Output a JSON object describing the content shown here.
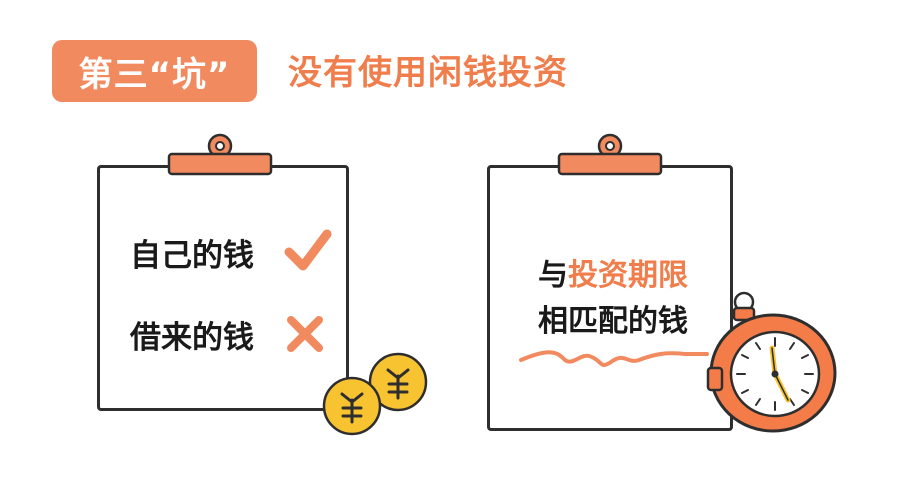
{
  "header": {
    "badge": "第三“坑”",
    "title": "没有使用闲钱投资"
  },
  "left_board": {
    "item1": "自己的钱",
    "item2": "借来的钱",
    "coin_symbol": "¥",
    "item1_mark": "check-icon",
    "item2_mark": "cross-icon"
  },
  "right_board": {
    "line1_prefix": "与",
    "line1_highlight": "投资期限",
    "line2": "相匹配的钱",
    "decoration": "alarm-clock-icon"
  },
  "colors": {
    "accent": "#f28a5f",
    "accent_text": "#f07e4d",
    "coin": "#f7c331",
    "clock_ring": "#f37c49",
    "ink": "#1a1a1a"
  }
}
